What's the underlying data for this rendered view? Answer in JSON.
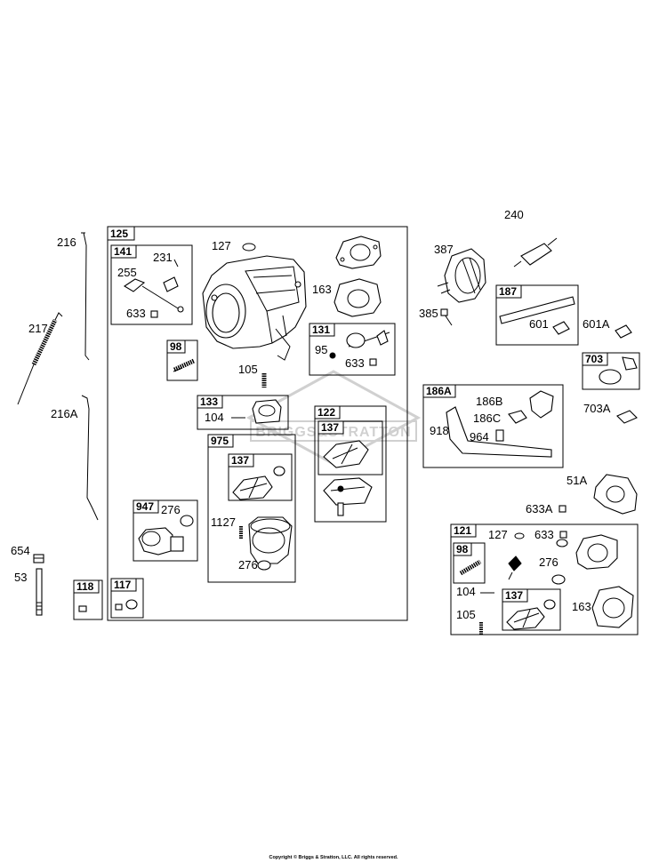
{
  "labels": {
    "l216": "216",
    "l217": "217",
    "l216A": "216A",
    "l654": "654",
    "l53": "53",
    "b125": "125",
    "b141": "141",
    "l231": "231",
    "l255": "255",
    "l633a": "633",
    "l127a": "127",
    "l163a": "163",
    "b98a": "98",
    "l105a": "105",
    "b131": "131",
    "l95": "95",
    "l633b": "633",
    "b133": "133",
    "l104a": "104",
    "b122": "122",
    "b137a": "137",
    "b975": "975",
    "b137b": "137",
    "l1127": "1127",
    "l276b": "276",
    "b947": "947",
    "l276a": "276",
    "b118": "118",
    "b117": "117",
    "l387": "387",
    "l385": "385",
    "l240": "240",
    "b187": "187",
    "l601": "601",
    "l601A": "601A",
    "b703": "703",
    "l703A": "703A",
    "b186A": "186A",
    "l186B": "186B",
    "l186C": "186C",
    "l918": "918",
    "l964": "964",
    "l51A": "51A",
    "l633A": "633A",
    "b121": "121",
    "l127b": "127",
    "l633c": "633",
    "b98b": "98",
    "l276c": "276",
    "l104b": "104",
    "b137c": "137",
    "l105b": "105",
    "l163b": "163"
  },
  "watermark": "BRIGGS&STRATTON",
  "copyright": "Copyright © Briggs & Stratton, LLC. All rights reserved."
}
